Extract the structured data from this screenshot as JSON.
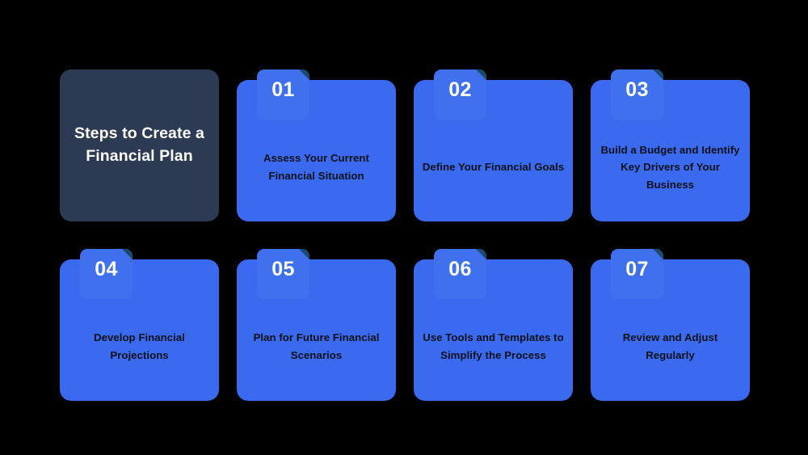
{
  "theme": {
    "background": "#000000",
    "card_blue": "#3a6af0",
    "badge_blue": "#3f70ee",
    "fold_dark": "#1c4a6e",
    "title_card_navy": "#2c3a54",
    "title_text_color": "#ffffff",
    "card_text_color": "#0d1117",
    "number_color": "#ffffff"
  },
  "title_card": {
    "title": "Steps to Create a Financial Plan"
  },
  "steps": [
    {
      "number": "01",
      "text": "Assess Your Current Financial Situation"
    },
    {
      "number": "02",
      "text": "Define Your Financial Goals"
    },
    {
      "number": "03",
      "text": "Build a Budget and Identify Key Drivers of Your Business"
    },
    {
      "number": "04",
      "text": "Develop Financial Projections"
    },
    {
      "number": "05",
      "text": "Plan for Future Financial Scenarios"
    },
    {
      "number": "06",
      "text": "Use Tools and Templates to Simplify the Process"
    },
    {
      "number": "07",
      "text": "Review and Adjust Regularly"
    }
  ]
}
